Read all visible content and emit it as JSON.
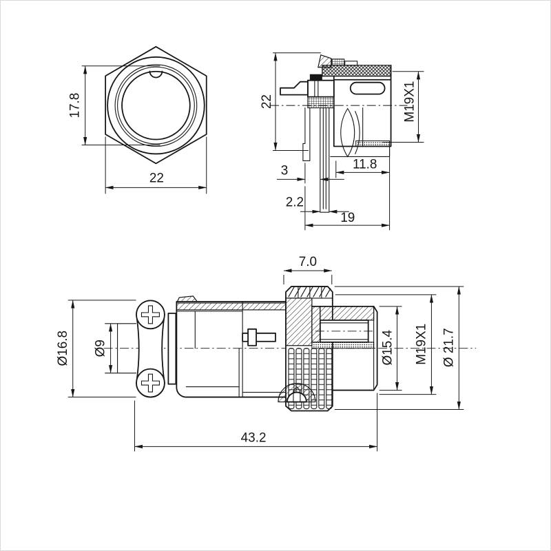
{
  "colors": {
    "ink": "#161616",
    "background": "#ffffff"
  },
  "front_view": {
    "dim_height": "17.8",
    "dim_width": "22"
  },
  "socket_view": {
    "dim_height": "22",
    "dim_thread": "M19X1",
    "dim_panel": "3",
    "dim_thread_length": "11.8",
    "dim_pin_width": "2.2",
    "dim_length": "19"
  },
  "plug_view": {
    "dim_knurl_width": "7.0",
    "dim_clamp_od": "Ø16.8",
    "dim_cable_id": "Ø9",
    "dim_front_od": "Ø15.4",
    "dim_thread": "M19X1",
    "dim_ring_od": "Ø 21.7",
    "dim_total_length": "43.2"
  }
}
